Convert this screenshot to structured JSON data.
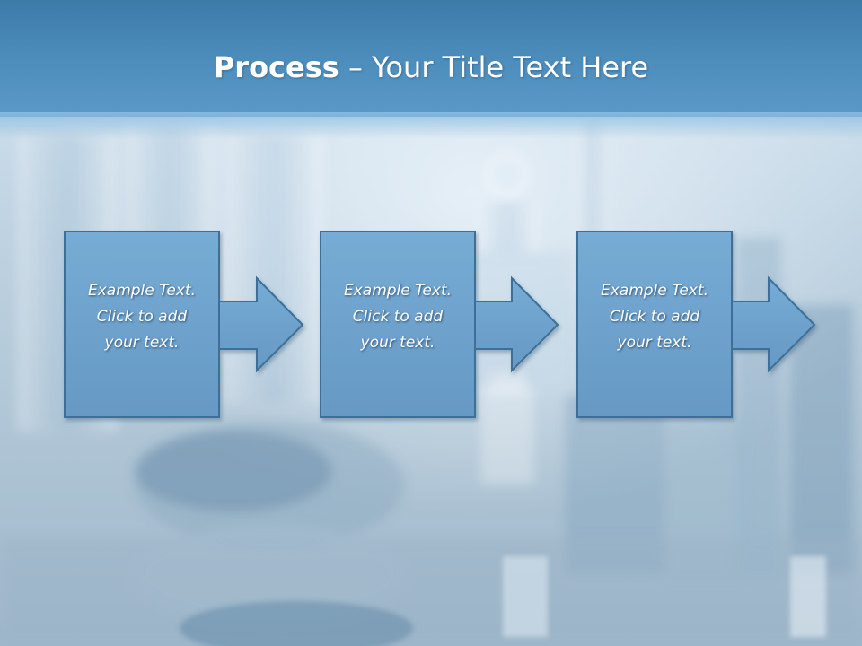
{
  "slide": {
    "title_bold": "Process",
    "title_separator": " – ",
    "title_rest": "Your Title Text Here"
  },
  "steps": [
    {
      "line1": "Example Text.",
      "line2": "Click  to add",
      "line3": "your text."
    },
    {
      "line1": "Example Text.",
      "line2": "Click  to add",
      "line3": "your text."
    },
    {
      "line1": "Example Text.",
      "line2": "Click  to add",
      "line3": "your text."
    }
  ],
  "colors": {
    "title_bar": "#4a8bba",
    "box_fill": "#6fa6d0",
    "box_stroke": "#3d6f99",
    "background": "#b9cbd8"
  },
  "icons": [
    "arrow-right-icon"
  ]
}
